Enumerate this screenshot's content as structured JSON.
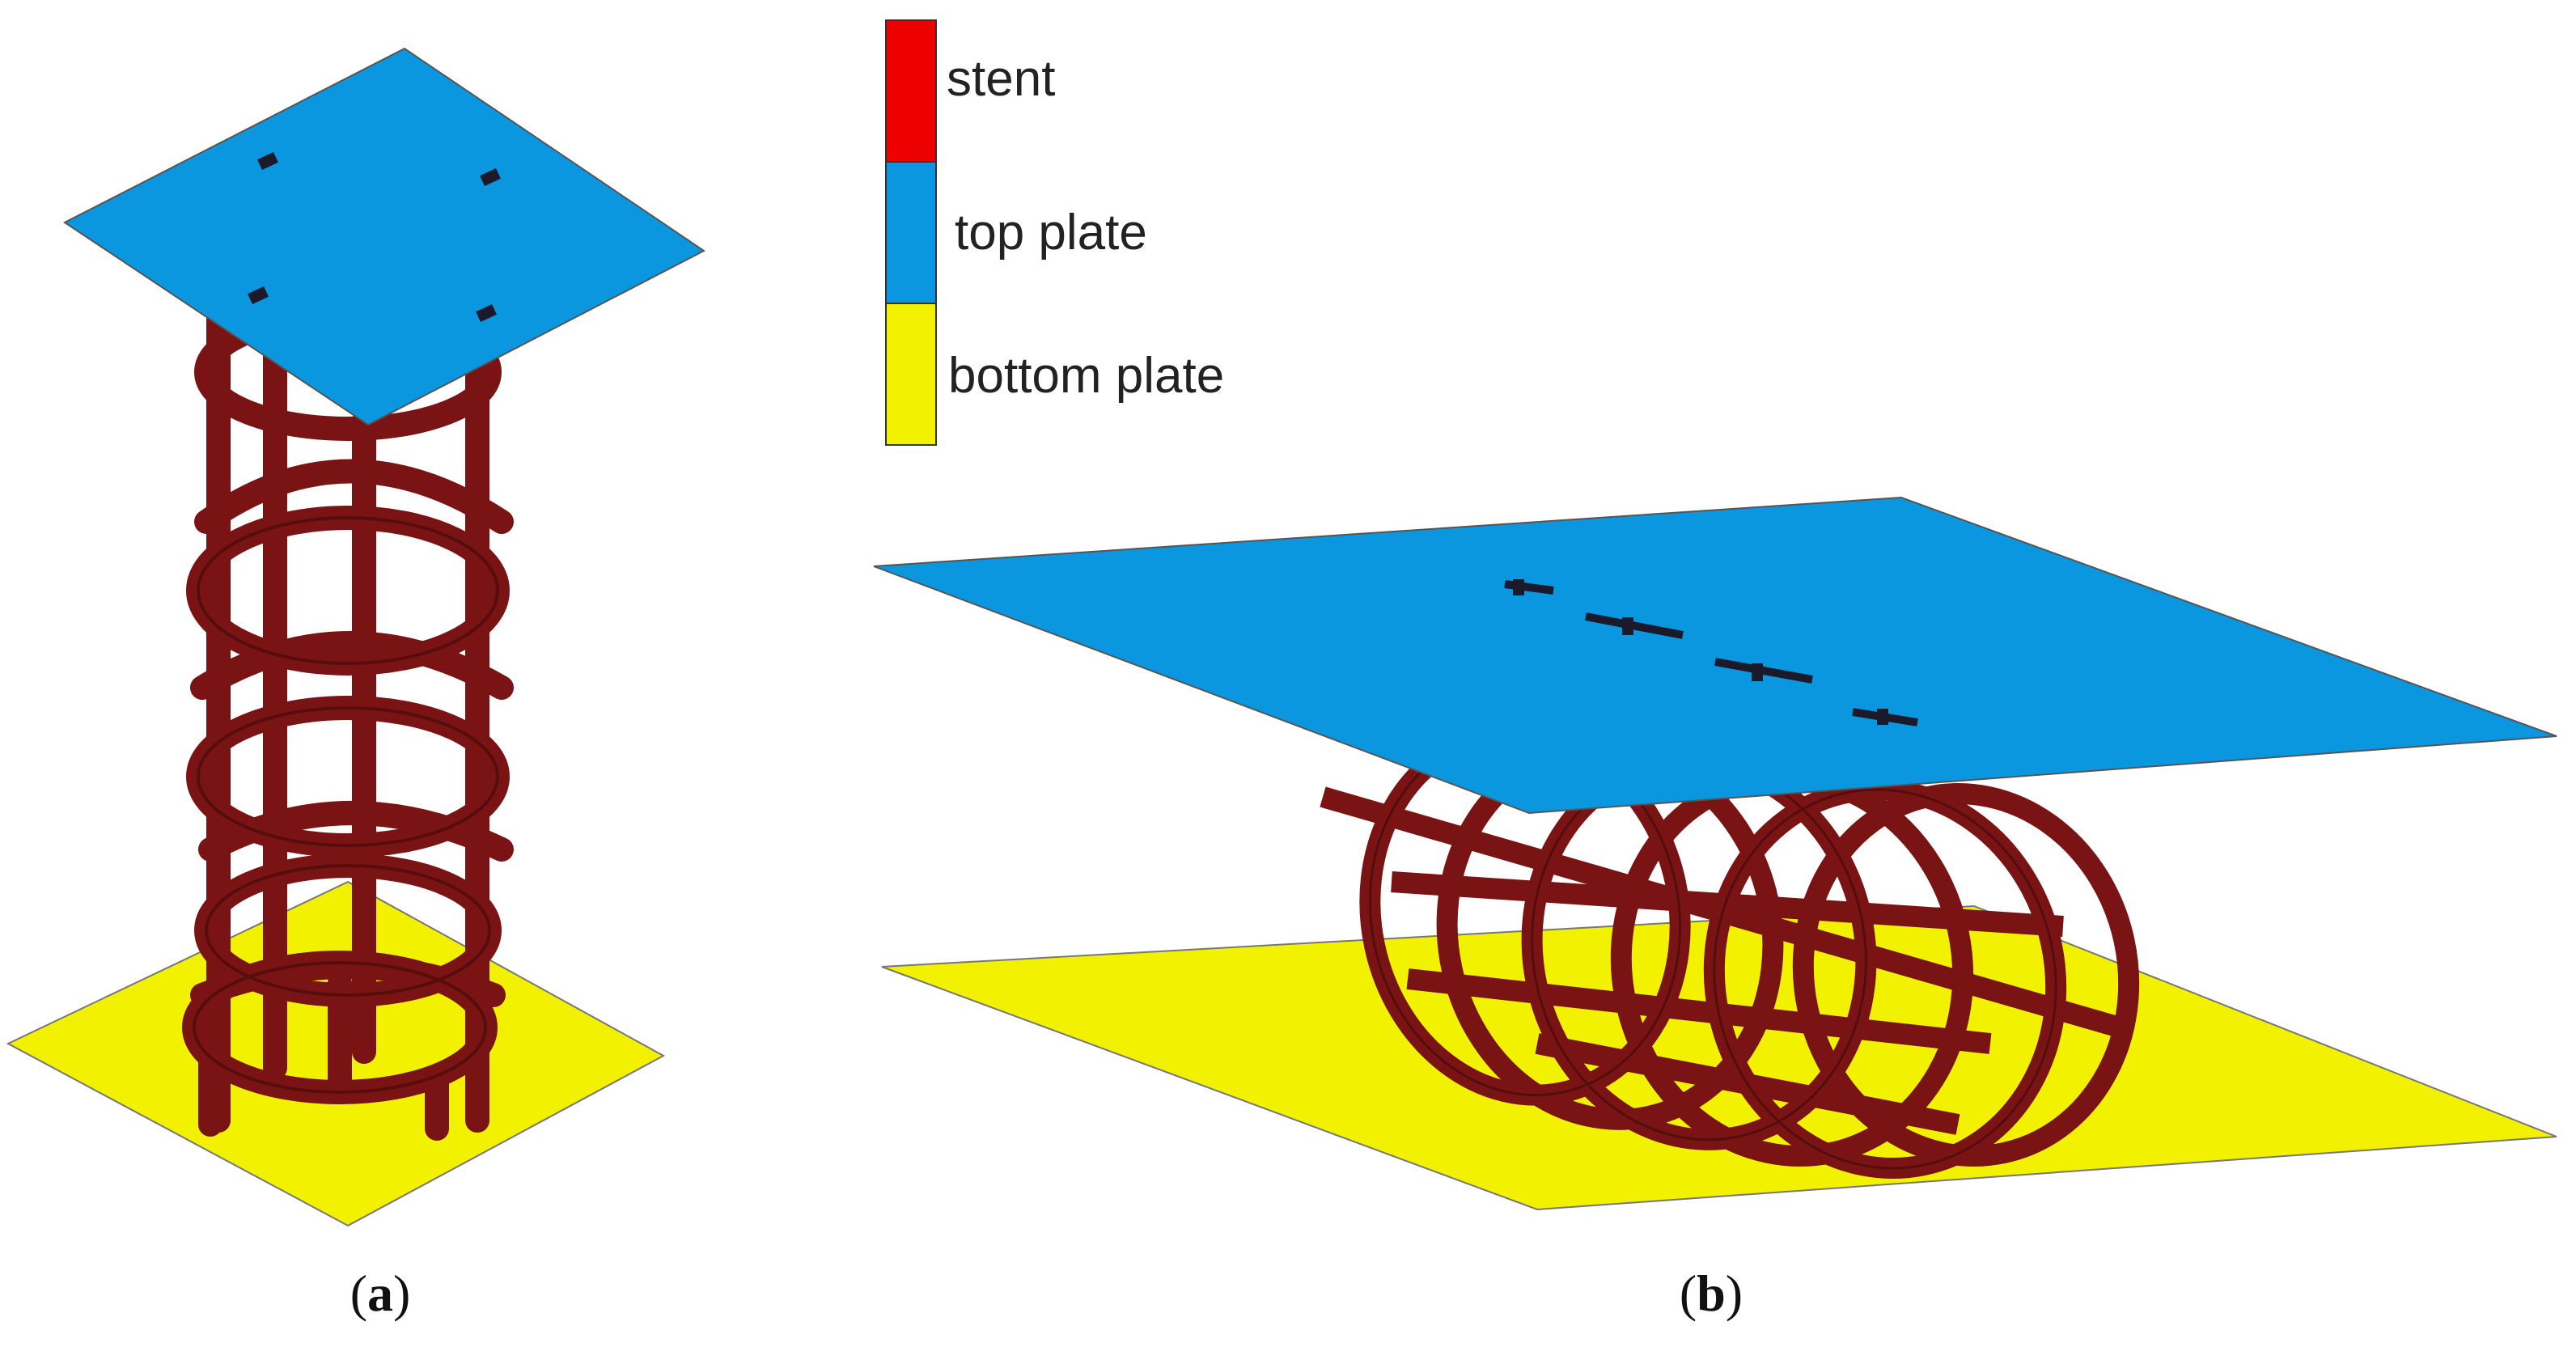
{
  "legend": {
    "items": [
      {
        "label": "stent",
        "color": "#ec0000"
      },
      {
        "label": "top plate",
        "color": "#0a97df"
      },
      {
        "label": "bottom plate",
        "color": "#f2f200"
      }
    ]
  },
  "panels": [
    {
      "caption_open": "(",
      "caption_letter": "a",
      "caption_close": ")"
    },
    {
      "caption_open": "(",
      "caption_letter": "b",
      "caption_close": ")"
    }
  ],
  "colors": {
    "stent": "#7a1414",
    "stent_dark": "#3d0808",
    "top_plate": "#0a97df",
    "bottom_plate": "#f2f200",
    "outline": "#555555"
  }
}
